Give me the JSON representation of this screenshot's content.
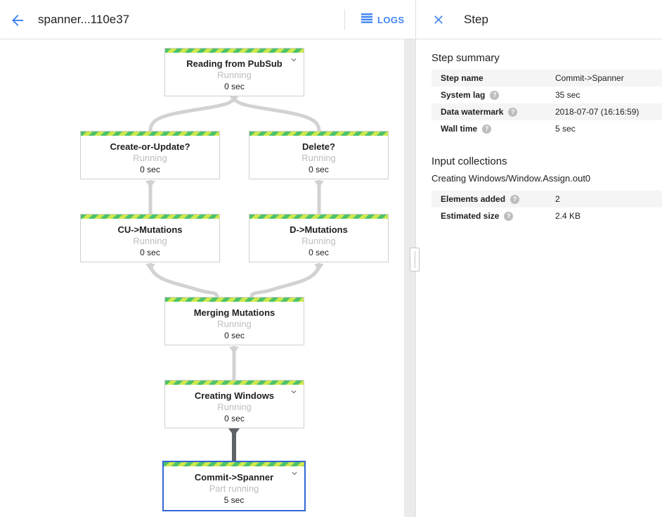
{
  "header": {
    "title": "spanner...110e37",
    "logs_button": "LOGS"
  },
  "panel": {
    "title": "Step",
    "step_summary": {
      "heading": "Step summary",
      "rows": [
        {
          "label": "Step name",
          "value": "Commit->Spanner"
        },
        {
          "label": "System lag",
          "value": "35 sec"
        },
        {
          "label": "Data watermark",
          "value": "2018-07-07 (16:16:59)"
        },
        {
          "label": "Wall time",
          "value": "5 sec"
        }
      ]
    },
    "input_collections": {
      "heading": "Input collections",
      "collection_name": "Creating Windows/Window.Assign.out0",
      "rows": [
        {
          "label": "Elements added",
          "value": "2"
        },
        {
          "label": "Estimated size",
          "value": "2.4 KB"
        }
      ]
    },
    "help_glyph": "?"
  },
  "graph": {
    "nodes": [
      {
        "title": "Reading from PubSub",
        "status": "Running",
        "time": "0 sec"
      },
      {
        "title": "Create-or-Update?",
        "status": "Running",
        "time": "0 sec"
      },
      {
        "title": "Delete?",
        "status": "Running",
        "time": "0 sec"
      },
      {
        "title": "CU->Mutations",
        "status": "Running",
        "time": "0 sec"
      },
      {
        "title": "D->Mutations",
        "status": "Running",
        "time": "0 sec"
      },
      {
        "title": "Merging Mutations",
        "status": "Running",
        "time": "0 sec"
      },
      {
        "title": "Creating Windows",
        "status": "Running",
        "time": "0 sec"
      },
      {
        "title": "Commit->Spanner",
        "status": "Part running",
        "time": "5 sec"
      }
    ]
  },
  "colors": {
    "accent_blue": "#4285f4",
    "selected_border": "#3367d6",
    "stripe_green": "#4ec36b",
    "stripe_lime": "#cde84d",
    "edge_gray": "#d2d2d2",
    "edge_dark": "#5f6368"
  }
}
